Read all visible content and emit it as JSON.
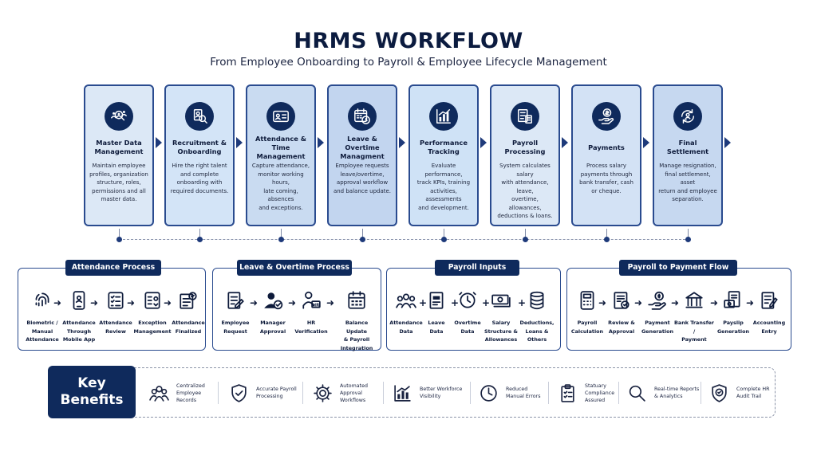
{
  "header": {
    "title": "HRMS WORKFLOW",
    "subtitle": "From Employee Onboarding to Payroll & Employee Lifecycle Management"
  },
  "steps": [
    {
      "title": "Master Data\nManagement",
      "desc": "Maintain employee\nprofiles, organization\nstructure, roles,\npermissions and all\nmaster data.",
      "icon": "users-search-icon",
      "bg": "#dce8f6"
    },
    {
      "title": "Recruitment &\nOnboarding",
      "desc": "Hire the right talent\nand complete\nonboarding with\nrequired documents.",
      "icon": "recruitment-icon",
      "bg": "#d3e4f7"
    },
    {
      "title": "Attendance &\nTime Management",
      "desc": "Capture attendance,\nmonitor working hours,\nlate coming, absences\nand exceptions.",
      "icon": "id-card-icon",
      "bg": "#c9dbf1"
    },
    {
      "title": "Leave & Overtime\nManagment",
      "desc": "Employee requests\nleave/overtime,\napproval workflow\nand balance update.",
      "icon": "calendar-clock-icon",
      "bg": "#c2d5ef"
    },
    {
      "title": "Performance\nTracking",
      "desc": "Evaluate performance,\ntrack KPIs, training\nactivities, assessments\nand development.",
      "icon": "chart-icon",
      "bg": "#cfe2f6"
    },
    {
      "title": "Payroll\nProcessing",
      "desc": "System calculates salary\nwith attendance, leave,\novertime, allowances,\ndeductions & loans.",
      "icon": "payroll-icon",
      "bg": "#dce8f6"
    },
    {
      "title": "Payments",
      "desc": "Process salary\npayments through\nbank transfer, cash\nor cheque.",
      "icon": "hand-money-icon",
      "bg": "#d3e2f5"
    },
    {
      "title": "Final Settlement",
      "desc": "Manage resignation,\nfinal settlement, asset\nreturn and employee\nseparation.",
      "icon": "cycle-user-icon",
      "bg": "#c6d8f0"
    }
  ],
  "panels": [
    {
      "title": "Attendance Process",
      "items": [
        {
          "label": "Biometric /\nManual\nAttendance",
          "icon": "fingerprint-icon"
        },
        {
          "label": "Attendance\nThrough\nMobile App",
          "icon": "mobile-app-icon"
        },
        {
          "label": "Attendance\nReview",
          "icon": "review-list-icon"
        },
        {
          "label": "Exception\nManagement",
          "icon": "exception-list-icon"
        },
        {
          "label": "Attendance\nFinalized",
          "icon": "finalized-icon"
        }
      ]
    },
    {
      "title": "Leave & Overtime Process",
      "items": [
        {
          "label": "Employee\nRequest",
          "icon": "request-form-icon"
        },
        {
          "label": "Manager\nApproval",
          "icon": "manager-check-icon"
        },
        {
          "label": "HR\nVerification",
          "icon": "hr-verification-icon"
        },
        {
          "label": "Balance Update\n& Payroll\nIntegration",
          "icon": "calendar-grid-icon"
        }
      ]
    },
    {
      "title": "Payroll Inputs",
      "items": [
        {
          "label": "Attendance\nData",
          "icon": "group-icon"
        },
        {
          "label": "Leave\nData",
          "icon": "leave-doc-icon"
        },
        {
          "label": "Overtime\nData",
          "icon": "overtime-clock-icon"
        },
        {
          "label": "Salary\nStructure &\nAllowances",
          "icon": "cash-stack-icon"
        },
        {
          "label": "Deductions,\nLoans &\nOthers",
          "icon": "coins-stack-icon"
        }
      ]
    },
    {
      "title": "Payroll to Payment Flow",
      "items": [
        {
          "label": "Payroll\nCalculation",
          "icon": "calculator-icon"
        },
        {
          "label": "Review &\nApproval",
          "icon": "review-doc-icon"
        },
        {
          "label": "Payment\nGeneration",
          "icon": "payment-hand-icon"
        },
        {
          "label": "Bank Transfer /\nPayment",
          "icon": "bank-icon"
        },
        {
          "label": "Payslip\nGeneration",
          "icon": "payslip-icon"
        },
        {
          "label": "Accounting\nEntry",
          "icon": "ledger-icon"
        }
      ]
    }
  ],
  "benefits": {
    "title": "Key\nBenefits",
    "items": [
      {
        "label": "Centralized\nEmployee\nRecords",
        "icon": "people-icon"
      },
      {
        "label": "Accurate Payroll\nProcessing",
        "icon": "shield-check-icon"
      },
      {
        "label": "Automated\nApproval\nWorkflows",
        "icon": "gear-icon"
      },
      {
        "label": "Better Workforce\nVisibility",
        "icon": "bar-chart-icon"
      },
      {
        "label": "Reduced\nManual Errors",
        "icon": "clock-icon"
      },
      {
        "label": "Statuary\nCompliance\nAssured",
        "icon": "clipboard-check-icon"
      },
      {
        "label": "Real-time Reports\n& Analytics",
        "icon": "magnifier-icon"
      },
      {
        "label": "Complete HR\nAudit Trail",
        "icon": "shield-badge-icon"
      }
    ]
  },
  "colors": {
    "navy": "#0f2a5c",
    "border": "#2a4b8f",
    "accent": "#1e3a7a"
  }
}
